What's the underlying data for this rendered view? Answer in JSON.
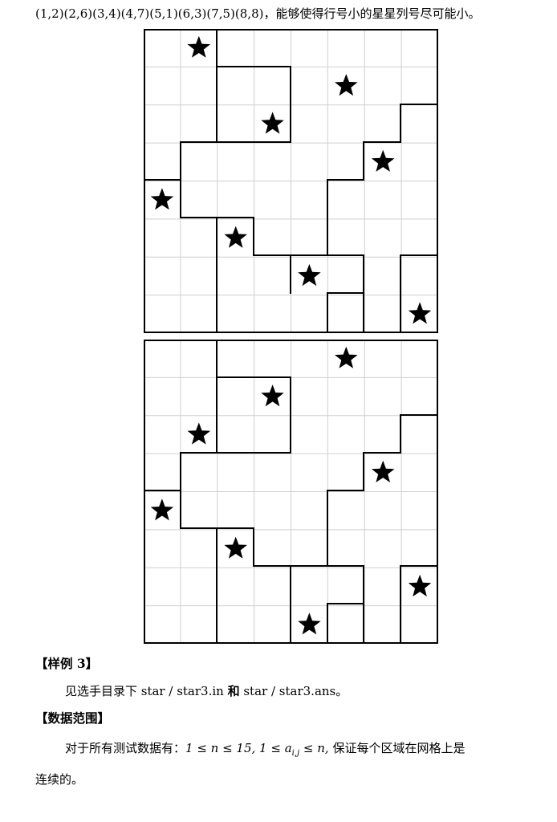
{
  "intro": "(1,2)(2,6)(3,4)(4,7)(5,1)(6,3)(7,5)(8,8)，能够使得行号小的星星列号尽可能小。",
  "sample3": {
    "heading": "【样例 3】",
    "text_pre": "见选手目录下 star / star3.in ",
    "text_and": "和",
    "text_post": " star / star3.ans。"
  },
  "data_range": {
    "heading": "【数据范围】",
    "prefix": "对于所有测试数据有：",
    "constraint_1": "1 ≤ n ≤ 15, 1 ≤ a",
    "subscript": "i,j",
    "constraint_2": " ≤ n,",
    "suffix": " 保证每个区域在网格上是",
    "line2": "连续的。"
  },
  "icons": {
    "star": "star-icon"
  },
  "grids": [
    {
      "n": 8,
      "stars": [
        [
          1,
          2
        ],
        [
          2,
          6
        ],
        [
          3,
          4
        ],
        [
          4,
          7
        ],
        [
          5,
          1
        ],
        [
          6,
          3
        ],
        [
          7,
          5
        ],
        [
          8,
          8
        ]
      ]
    },
    {
      "n": 8,
      "stars": [
        [
          1,
          6
        ],
        [
          2,
          4
        ],
        [
          3,
          2
        ],
        [
          4,
          7
        ],
        [
          5,
          1
        ],
        [
          6,
          3
        ],
        [
          7,
          8
        ],
        [
          8,
          5
        ]
      ]
    }
  ]
}
